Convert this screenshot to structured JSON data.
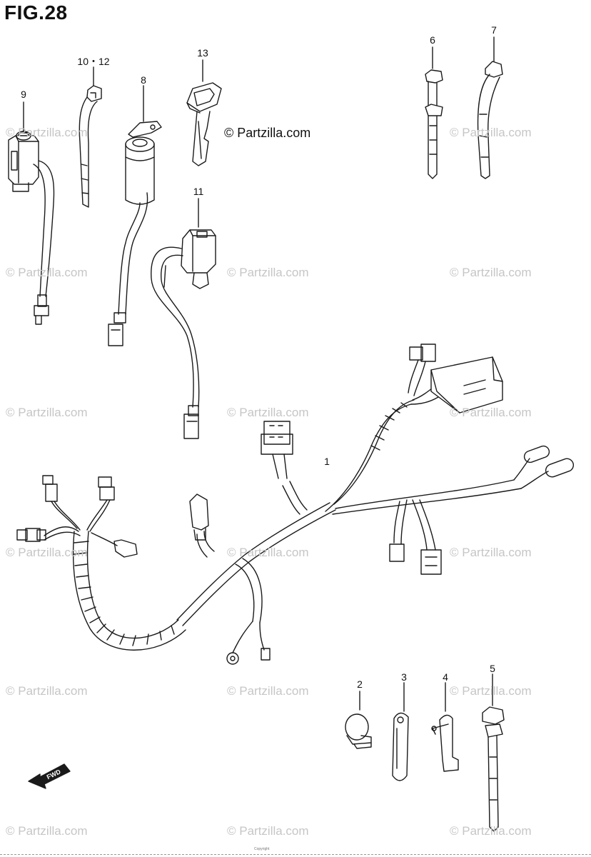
{
  "figure": {
    "title": "FIG.28",
    "brand_mark": "© Partzilla.com",
    "watermark_text": "© Partzilla.com",
    "copyright_note": "Copyright"
  },
  "callouts": [
    {
      "id": "c-1",
      "label": "1"
    },
    {
      "id": "c-2",
      "label": "2"
    },
    {
      "id": "c-3",
      "label": "3"
    },
    {
      "id": "c-4",
      "label": "4"
    },
    {
      "id": "c-5",
      "label": "5"
    },
    {
      "id": "c-6",
      "label": "6"
    },
    {
      "id": "c-7",
      "label": "7"
    },
    {
      "id": "c-8",
      "label": "8"
    },
    {
      "id": "c-9",
      "label": "9"
    },
    {
      "id": "c-10-12",
      "label": "10・12"
    },
    {
      "id": "c-11",
      "label": "11"
    },
    {
      "id": "c-13",
      "label": "13"
    }
  ],
  "fwd_label": "FWD",
  "colors": {
    "line": "#1a1a1a",
    "watermark": "#c6c6c6",
    "background": "#ffffff"
  }
}
